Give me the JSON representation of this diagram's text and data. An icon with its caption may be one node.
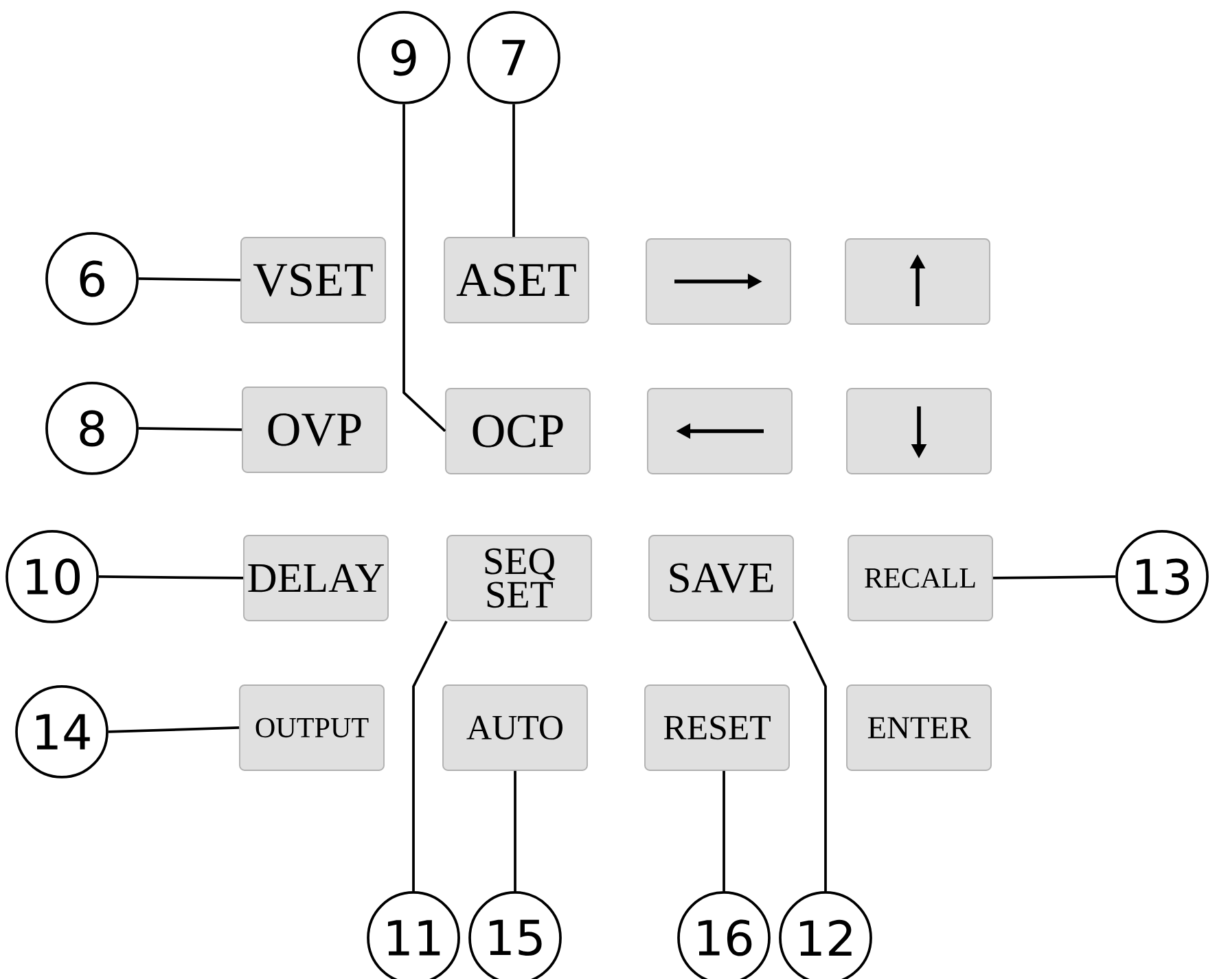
{
  "diagram": {
    "nodes": [
      {
        "text": [
          "9"
        ]
      },
      {
        "text": [
          "7"
        ]
      },
      {
        "text": [
          "6"
        ]
      },
      {
        "text": [
          "VSET"
        ]
      },
      {
        "text": [
          "ASET"
        ]
      },
      {
        "text": [],
        "shape": "box"
      },
      {
        "text": [],
        "shape": "box"
      },
      {
        "text": [
          "8"
        ]
      },
      {
        "text": [
          "OVP"
        ]
      },
      {
        "text": [
          "OCP"
        ]
      },
      {
        "text": [],
        "shape": "box"
      },
      {
        "text": [],
        "shape": "box"
      },
      {
        "text": [
          "10"
        ]
      },
      {
        "text": [
          "DELAY"
        ]
      },
      {
        "text": [
          "SEQ SET"
        ]
      },
      {
        "text": [
          "SAVE"
        ]
      },
      {
        "text": [
          "RECALL"
        ]
      },
      {
        "text": [
          "13"
        ]
      },
      {
        "text": [
          "14"
        ]
      },
      {
        "text": [
          "OUTPUT"
        ]
      },
      {
        "text": [
          "AUTO"
        ]
      },
      {
        "text": [
          "RESET"
        ]
      },
      {
        "text": [
          "ENTER"
        ]
      },
      {
        "text": [
          "11"
        ]
      },
      {
        "text": [
          "15"
        ]
      },
      {
        "text": [
          "16"
        ]
      },
      {
        "text": [
          "12"
        ]
      }
    ],
    "edges": [
      {
        "from": 2,
        "to": 3,
        "arrow": "none"
      },
      {
        "from": 7,
        "to": 8,
        "arrow": "none"
      },
      {
        "from": 12,
        "to": 13,
        "arrow": "none"
      },
      {
        "from": 18,
        "to": 19,
        "arrow": "none"
      },
      {
        "from": 17,
        "to": 16,
        "arrow": "none"
      },
      {
        "from": 0,
        "to": 9,
        "arrow": "none"
      },
      {
        "from": 1,
        "to": 4,
        "arrow": "none"
      },
      {
        "from": 23,
        "to": 14,
        "arrow": "none"
      },
      {
        "from": 26,
        "to": 15,
        "arrow": "none"
      },
      {
        "from": 24,
        "to": 20,
        "arrow": "none"
      },
      {
        "from": 25,
        "to": 21,
        "arrow": "none"
      }
    ]
  }
}
